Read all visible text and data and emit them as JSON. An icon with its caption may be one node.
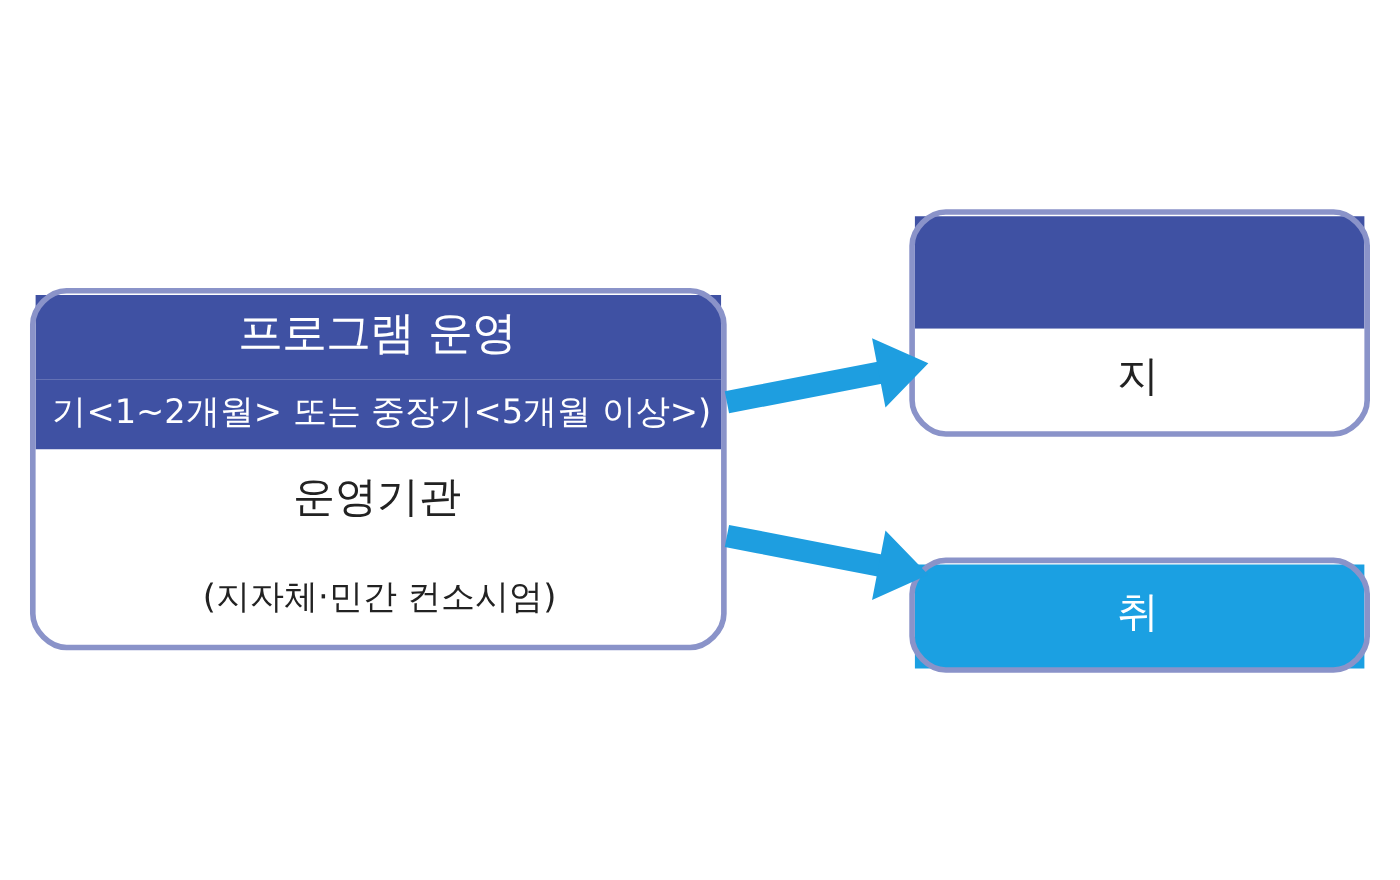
{
  "diagram": {
    "nodes": [
      {
        "text": [
          "프로그램 운영",
          "기<1~2개월> 또는 중장기<5개월 이상>)",
          "운영기관",
          "(지자체·민간 컨소시엄)"
        ]
      },
      {
        "text": [
          "지"
        ]
      },
      {
        "text": [
          "취"
        ]
      }
    ],
    "edges": [
      {
        "from": 0,
        "to": 1,
        "arrow": "to"
      },
      {
        "from": 0,
        "to": 2,
        "arrow": "to"
      }
    ]
  }
}
